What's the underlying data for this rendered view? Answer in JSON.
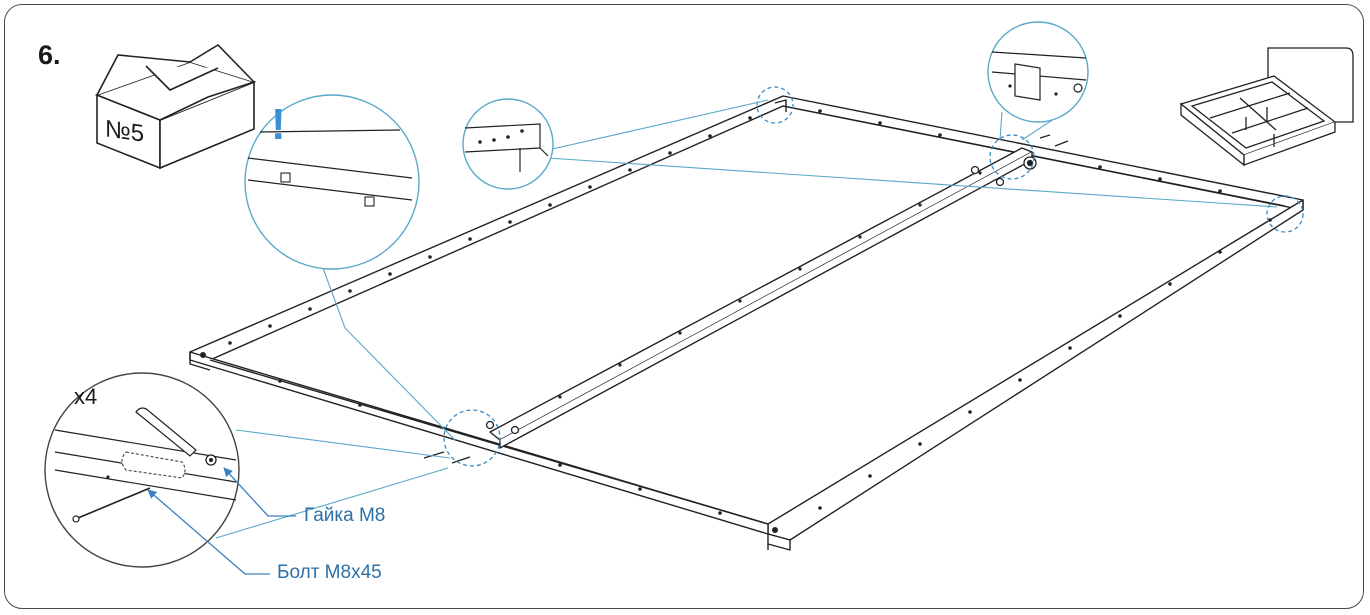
{
  "step": {
    "number": "6."
  },
  "box": {
    "label": "№5"
  },
  "detail": {
    "warning_mark": "!",
    "quantity": "x4"
  },
  "callouts": {
    "nut": "Гайка М8",
    "bolt": "Болт М8х45"
  },
  "colors": {
    "accent": "#3b8fd4",
    "callout_text": "#2e6fa8",
    "line": "#222222",
    "guide": "#5aa9c9"
  }
}
